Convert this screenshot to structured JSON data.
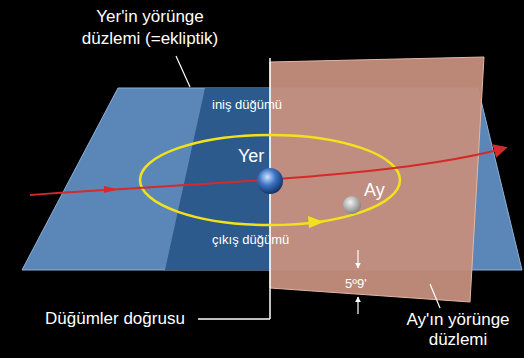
{
  "diagram": {
    "labels": [
      "Yer'in yörünge düzlemi (=ekliptik)",
      "iniş düğümü",
      "Yer",
      "Ay",
      "çıkış düğümü",
      "5º9'",
      "Düğümler doğrusu",
      "Ay'ın yörünge düzlemi"
    ]
  }
}
